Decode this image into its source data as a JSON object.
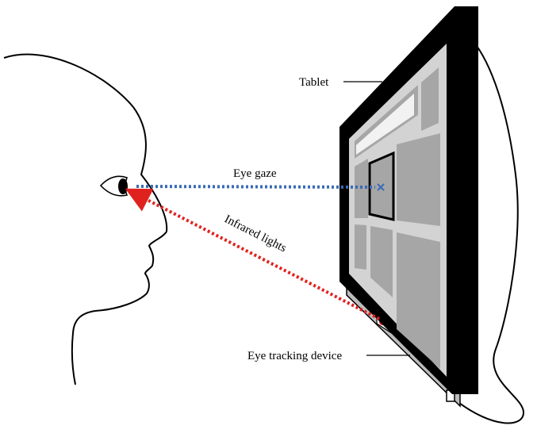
{
  "labels": {
    "tablet": "Tablet",
    "eye_gaze": "Eye gaze",
    "infrared": "Infrared lights",
    "device": "Eye tracking device"
  },
  "colors": {
    "gaze": "#3a6bb5",
    "infrared": "#e0221f",
    "frame": "#000000",
    "screen": "#d3d3d3",
    "panel": "#a6a6a6",
    "light_panel": "#f2f2f2"
  }
}
